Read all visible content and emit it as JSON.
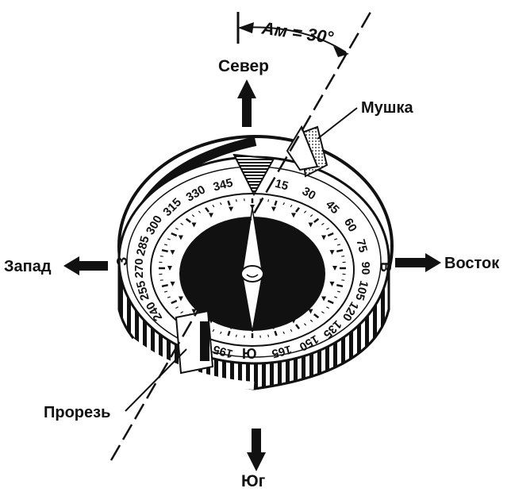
{
  "labels": {
    "north": "Север",
    "south": "Юг",
    "west": "Запад",
    "east": "Восток",
    "front_sight": "Мушка",
    "rear_sight": "Прорезь",
    "azimuth": "Ам = 30°"
  },
  "bezel_letters": {
    "west": "З",
    "east": "В",
    "south": "Ю"
  },
  "dial_numbers": [
    "15",
    "30",
    "45",
    "60",
    "75",
    "90",
    "105",
    "120",
    "135",
    "150",
    "165",
    "",
    "195",
    "",
    "",
    "240",
    "255",
    "270",
    "285",
    "300",
    "315",
    "330",
    "345"
  ],
  "colors": {
    "ink": "#111111",
    "paper": "#ffffff"
  }
}
